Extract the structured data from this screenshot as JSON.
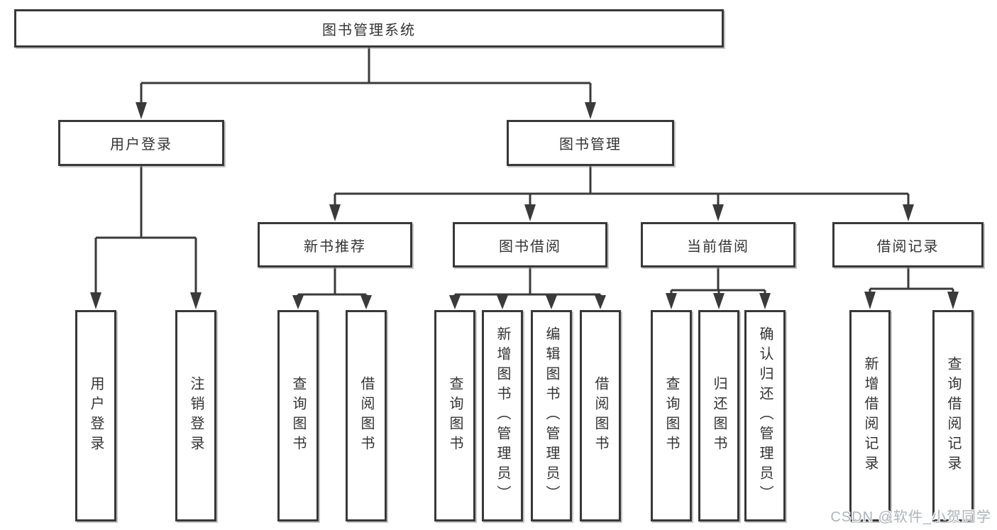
{
  "title": "图书管理系统",
  "watermark": "CSDN @软件_小贺同学",
  "colors": {
    "line": "#3a3a3a",
    "box_border": "#383838",
    "box_fill": "#ffffff",
    "text": "#333333",
    "watermark": "#aeb4bb"
  },
  "nodes": {
    "root": "图书管理系统",
    "level2": {
      "login": "用户登录",
      "management": "图书管理"
    },
    "level3": {
      "recommend": "新书推荐",
      "borrow": "图书借阅",
      "current": "当前借阅",
      "records": "借阅记录"
    },
    "leaves": {
      "login": [
        "用户登录",
        "注销登录"
      ],
      "recommend": [
        "查询图书",
        "借阅图书"
      ],
      "borrow": [
        "查询图书",
        "新增图书（管理员）",
        "编辑图书（管理员）",
        "借阅图书"
      ],
      "current": [
        "查询图书",
        "归还图书",
        "确认归还（管理员）"
      ],
      "records": [
        "新增借阅记录",
        "查询借阅记录"
      ]
    }
  }
}
